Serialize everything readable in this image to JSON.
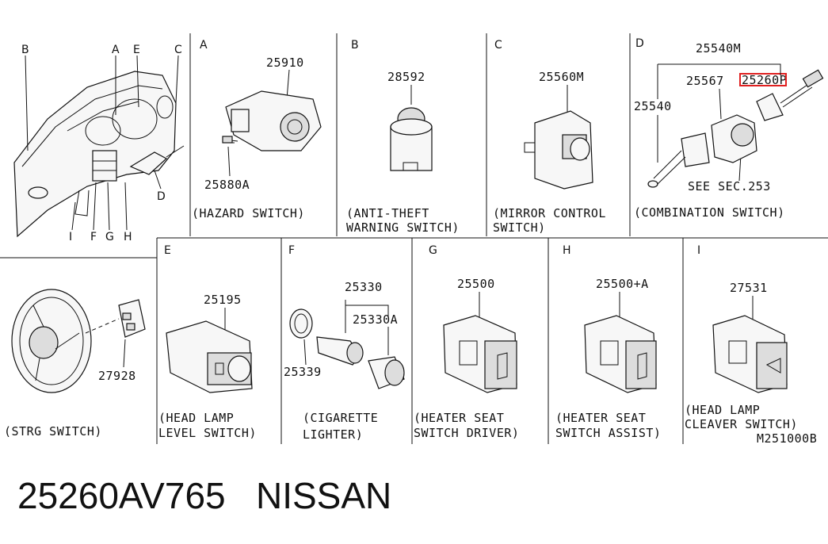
{
  "sections": {
    "A": {
      "letter": "A",
      "parts": [
        "25910",
        "25880A"
      ],
      "caption": [
        "(HAZARD SWITCH)"
      ]
    },
    "B": {
      "letter": "B",
      "parts": [
        "28592"
      ],
      "caption": [
        "(ANTI-THEFT",
        "WARNING SWITCH)"
      ]
    },
    "C": {
      "letter": "C",
      "parts": [
        "25560M"
      ],
      "caption": [
        "(MIRROR CONTROL",
        "SWITCH)"
      ]
    },
    "D": {
      "letter": "D",
      "parts": [
        "25540M",
        "25567",
        "25260P",
        "25540"
      ],
      "note": "SEE SEC.253",
      "caption": [
        "(COMBINATION SWITCH)"
      ]
    },
    "E": {
      "letter": "E",
      "parts": [
        "25195"
      ],
      "caption": [
        "(HEAD LAMP",
        "LEVEL SWITCH)"
      ]
    },
    "F": {
      "letter": "F",
      "parts": [
        "25330",
        "25330A",
        "25339"
      ],
      "caption": [
        "(CIGARETTE",
        "LIGHTER)"
      ]
    },
    "G": {
      "letter": "G",
      "parts": [
        "25500"
      ],
      "caption": [
        "(HEATER SEAT",
        "SWITCH DRIVER)"
      ]
    },
    "H": {
      "letter": "H",
      "parts": [
        "25500+A"
      ],
      "caption": [
        "(HEATER SEAT",
        "SWITCH ASSIST)"
      ]
    },
    "I": {
      "letter": "I",
      "parts": [
        "27531"
      ],
      "caption": [
        "(HEAD LAMP",
        "CLEAVER SWITCH)"
      ]
    },
    "strg": {
      "parts": [
        "27928"
      ],
      "caption": [
        "(STRG SWITCH)"
      ]
    }
  },
  "overview_letters": [
    "B",
    "A",
    "E",
    "C",
    "D",
    "I",
    "F",
    "G",
    "H"
  ],
  "diagram_code": "M251000B",
  "highlight": {
    "color": "#e02020",
    "part": "25260P"
  },
  "bottom_caption": {
    "part_number": "25260AV765",
    "brand": "NISSAN"
  }
}
